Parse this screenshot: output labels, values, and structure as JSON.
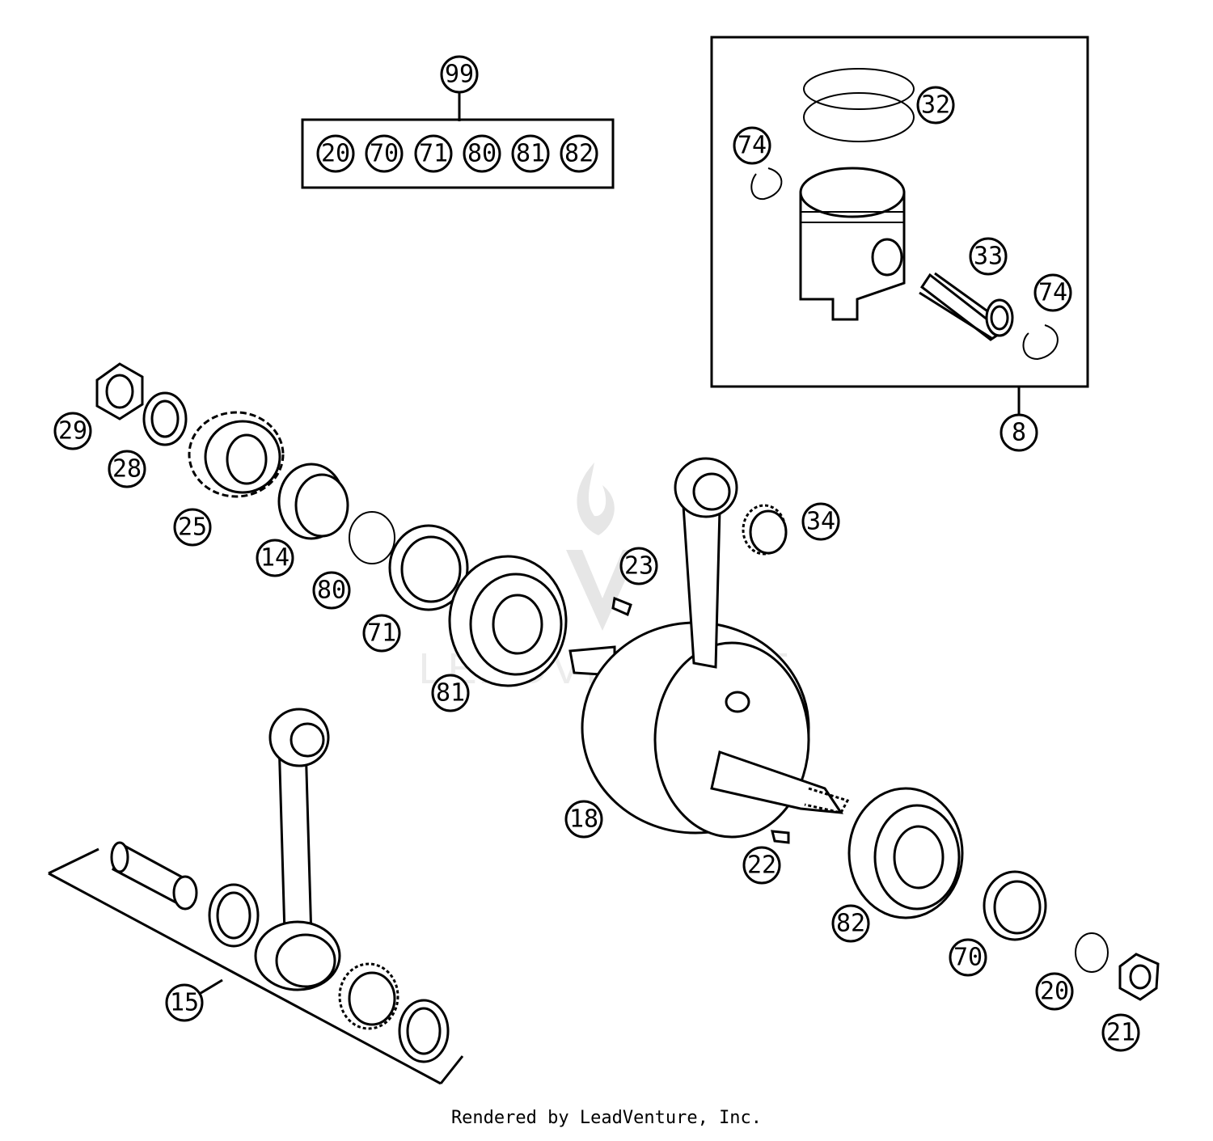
{
  "diagram": {
    "footer": "Rendered by LeadVenture, Inc.",
    "watermark": "LEADVENTURE",
    "callouts": {
      "c8": "8",
      "c14": "14",
      "c15": "15",
      "c18": "18",
      "c20a": "20",
      "c20b": "20",
      "c21": "21",
      "c22": "22",
      "c23": "23",
      "c25": "25",
      "c28": "28",
      "c29": "29",
      "c32": "32",
      "c33": "33",
      "c34": "34",
      "c70a": "70",
      "c70b": "70",
      "c71a": "71",
      "c71b": "71",
      "c74a": "74",
      "c74b": "74",
      "c80a": "80",
      "c80b": "80",
      "c81a": "81",
      "c81b": "81",
      "c82a": "82",
      "c82b": "82",
      "c99": "99"
    }
  }
}
